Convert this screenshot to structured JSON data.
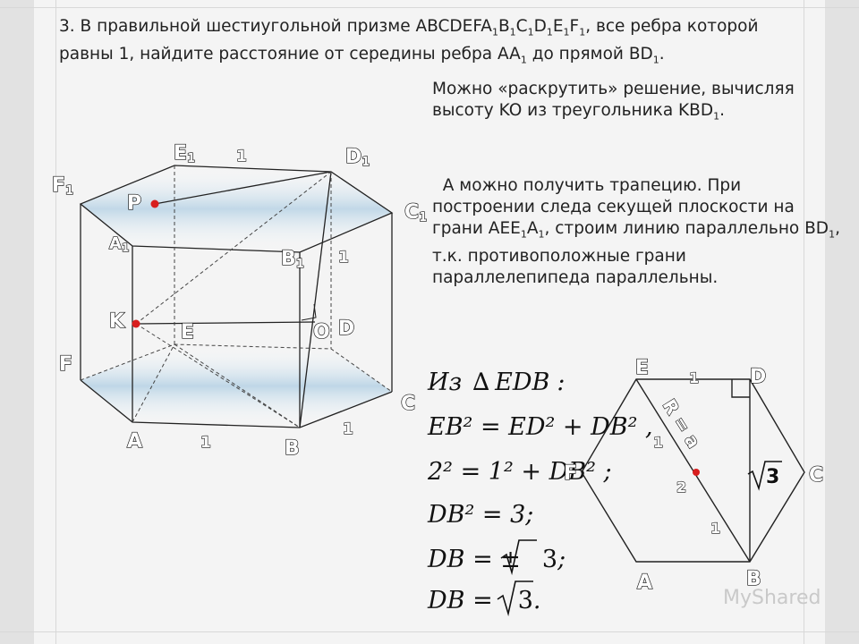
{
  "task_text": {
    "number": "3.",
    "lead": " В правильной шестиугольной призме ABCDEFA",
    "v1": "B",
    "v2": "C",
    "v3": "D",
    "v4": "E",
    "v5": "F",
    "mid": ", все ребра которой равны 1, найдите расстояние от середины ребра AA",
    "mid2": " до прямой BD",
    "end": ".",
    "sub_1": "1"
  },
  "note_1": {
    "text": "Можно «раскрутить» решение, вычисляя высоту KO из треугольника KBD",
    "sub": "1",
    "end": "."
  },
  "note_2": {
    "p1": "А можно получить трапецию. При построении следа секущей плоскости на грани AEE",
    "p2": "A",
    "p3": ", строим линию параллельно BD",
    "p4": ", т.к. противоположные грани параллелепипеда параллельны.",
    "sub": "1"
  },
  "prism_labels": {
    "E1": "E",
    "D1": "D",
    "F1": "F",
    "C1": "C",
    "A1": "A",
    "B1": "B",
    "sub1": "1",
    "P": "P",
    "K": "K",
    "E": "E",
    "O": "O",
    "D": "D",
    "F": "F",
    "C": "C",
    "A": "A",
    "B": "B",
    "edge_top": "1",
    "edge_side": "1",
    "edge_bottom": "1",
    "edge_front": "1"
  },
  "hexagon_labels": {
    "E": "E",
    "D": "D",
    "F": "F",
    "C": "C",
    "A": "A",
    "B": "B",
    "one_top": "1",
    "one_left": "1",
    "two": "2",
    "one_bottom": "1",
    "radius": "R = a",
    "sqrt3_value": "3"
  },
  "formulas": {
    "line1_a": "Из",
    "line1_b": "∆",
    "line1_c": "EDB",
    "line1_d": ":",
    "line2": "EB² = ED² + DB² ,",
    "line3": "2² = 1² + DB² ;",
    "line4": "DB² = 3;",
    "line5_a": "DB = ±",
    "line5_b": "3",
    "line5_c": ";",
    "line6_a": "DB =",
    "line6_b": "3",
    "line6_c": "."
  },
  "colors": {
    "point": "#d81e1e",
    "fill": "#bcd5e6",
    "edge": "#222222"
  },
  "watermark": "MyShared"
}
